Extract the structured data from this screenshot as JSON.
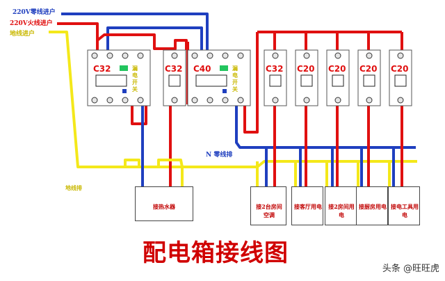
{
  "colors": {
    "neutral": "#1f3fbf",
    "live": "#e01010",
    "earth": "#f4e81a",
    "title": "#d00000",
    "device": "#c00000",
    "indicator": "#22c55e"
  },
  "inputs": {
    "neutral_in": "220V零线进户",
    "live_in": "220V火线进户",
    "earth_in": "地线进户"
  },
  "breakers": [
    {
      "rating": "C32",
      "type": "rcd",
      "note": "漏电开关"
    },
    {
      "rating": "C32",
      "type": "mcb"
    },
    {
      "rating": "C40",
      "type": "rcd",
      "note": "漏电开关"
    },
    {
      "rating": "C32",
      "type": "mcb"
    },
    {
      "rating": "C20",
      "type": "mcb"
    },
    {
      "rating": "C20",
      "type": "mcb"
    },
    {
      "rating": "C20",
      "type": "mcb"
    },
    {
      "rating": "C20",
      "type": "mcb"
    }
  ],
  "labels": {
    "neutral_bar": "N 零线排",
    "earth_rod": "地线排"
  },
  "loads": [
    {
      "name": "接热水器"
    },
    {
      "name": "接2台房间空调"
    },
    {
      "name": "接客厅用电"
    },
    {
      "name": "接2房间用电"
    },
    {
      "name": "接厨房用电"
    },
    {
      "name": "接电工具用电"
    }
  ],
  "title": "配电箱接线图",
  "watermark": "头条 @旺旺虎"
}
